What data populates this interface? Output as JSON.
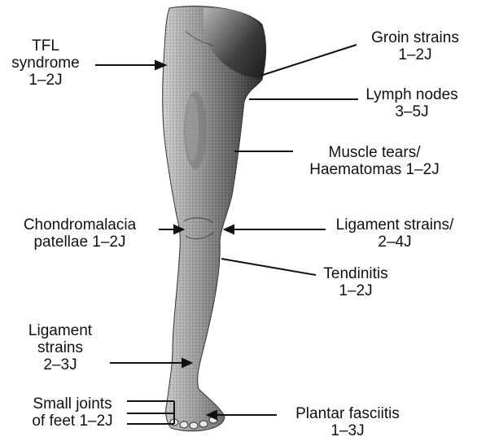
{
  "labels": {
    "tfl": {
      "line1": "TFL",
      "line2": "syndrome",
      "line3": "1–2J"
    },
    "groin": {
      "line1": "Groin strains",
      "line2": "1–2J"
    },
    "lymph": {
      "line1": "Lymph nodes",
      "line2": "3–5J"
    },
    "muscle": {
      "line1": "Muscle tears/",
      "line2": "Haematomas 1–2J"
    },
    "chondro": {
      "line1": "Chondromalacia",
      "line2": "patellae 1–2J"
    },
    "ligament_knee": {
      "line1": "Ligament strains/",
      "line2": "2–4J"
    },
    "tendinitis": {
      "line1": "Tendinitis",
      "line2": "1–2J"
    },
    "ligament_ankle": {
      "line1": "Ligament",
      "line2": "strains",
      "line3": "2–3J"
    },
    "small_joints": {
      "line1": "Small joints",
      "line2": "of feet 1–2J"
    },
    "plantar": {
      "line1": "Plantar fasciitis",
      "line2": "1–3J"
    }
  },
  "colors": {
    "ink": "#111111",
    "skin_light": "#d6d6d6",
    "skin_dark": "#2a2a2a"
  },
  "figure": "leg-illustration"
}
